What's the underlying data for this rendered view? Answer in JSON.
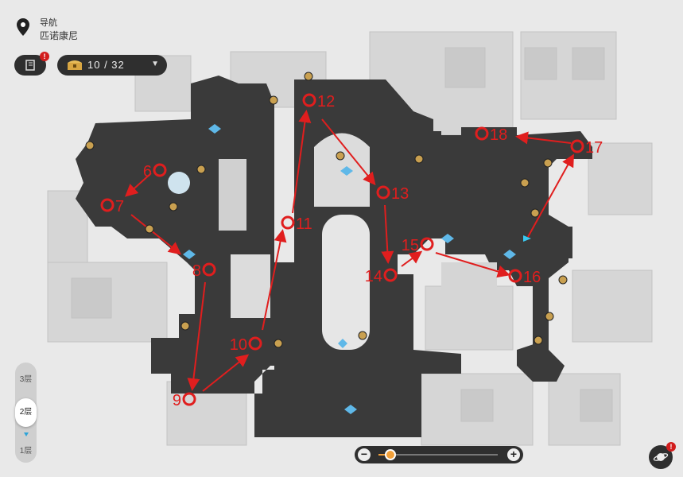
{
  "header": {
    "title": "导航",
    "area": "匹诺康尼"
  },
  "quest_button": {
    "icon": "quest-book-icon",
    "badge": "!"
  },
  "chest_counter": {
    "icon": "treasure-chest-icon",
    "text": "10 / 32"
  },
  "floors": [
    "3层",
    "2层",
    "1层"
  ],
  "active_floor": "2层",
  "zoom": {
    "minus": "−",
    "plus": "+",
    "level": 0.1
  },
  "satellite_button": {
    "icon": "planet-icon",
    "badge": "!"
  },
  "colors": {
    "route": "#e01e1e",
    "hud": "#2f2f2f",
    "accent": "#f2a03a",
    "teleport": "#5fb8e8"
  },
  "route_points": [
    {
      "label": "6"
    },
    {
      "label": "7"
    },
    {
      "label": "8"
    },
    {
      "label": "9"
    },
    {
      "label": "10"
    },
    {
      "label": "11"
    },
    {
      "label": "12"
    },
    {
      "label": "13"
    },
    {
      "label": "14"
    },
    {
      "label": "15"
    },
    {
      "label": "16"
    },
    {
      "label": "17"
    },
    {
      "label": "18"
    }
  ]
}
